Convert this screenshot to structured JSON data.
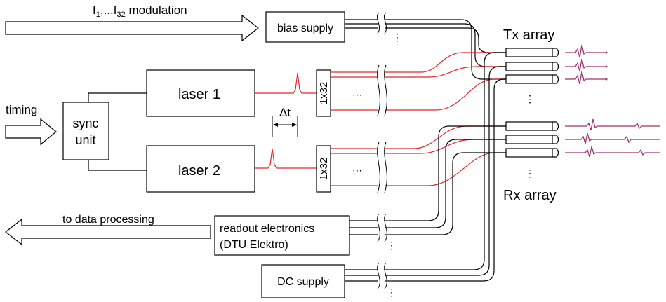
{
  "labels": {
    "modulation_f": "f",
    "modulation_sub1": "1",
    "modulation_mid": ",...f",
    "modulation_sub2": "32",
    "modulation_rest": " modulation",
    "bias_supply": "bias supply",
    "tx_array": "Tx array",
    "timing": "timing",
    "sync_line1": "sync",
    "sync_line2": "unit",
    "laser1": "laser 1",
    "laser2": "laser 2",
    "delta_t": "Δt",
    "splitter1": "1x32",
    "splitter2": "1x32",
    "rx_array": "Rx array",
    "to_data_processing": "to data processing",
    "readout_line1": "readout electronics",
    "readout_line2": "(DTU Elektro)",
    "dc_supply": "DC supply"
  },
  "colors": {
    "optical_fiber": "#e0282e",
    "waveform": "#a0306a",
    "line": "#000000"
  }
}
